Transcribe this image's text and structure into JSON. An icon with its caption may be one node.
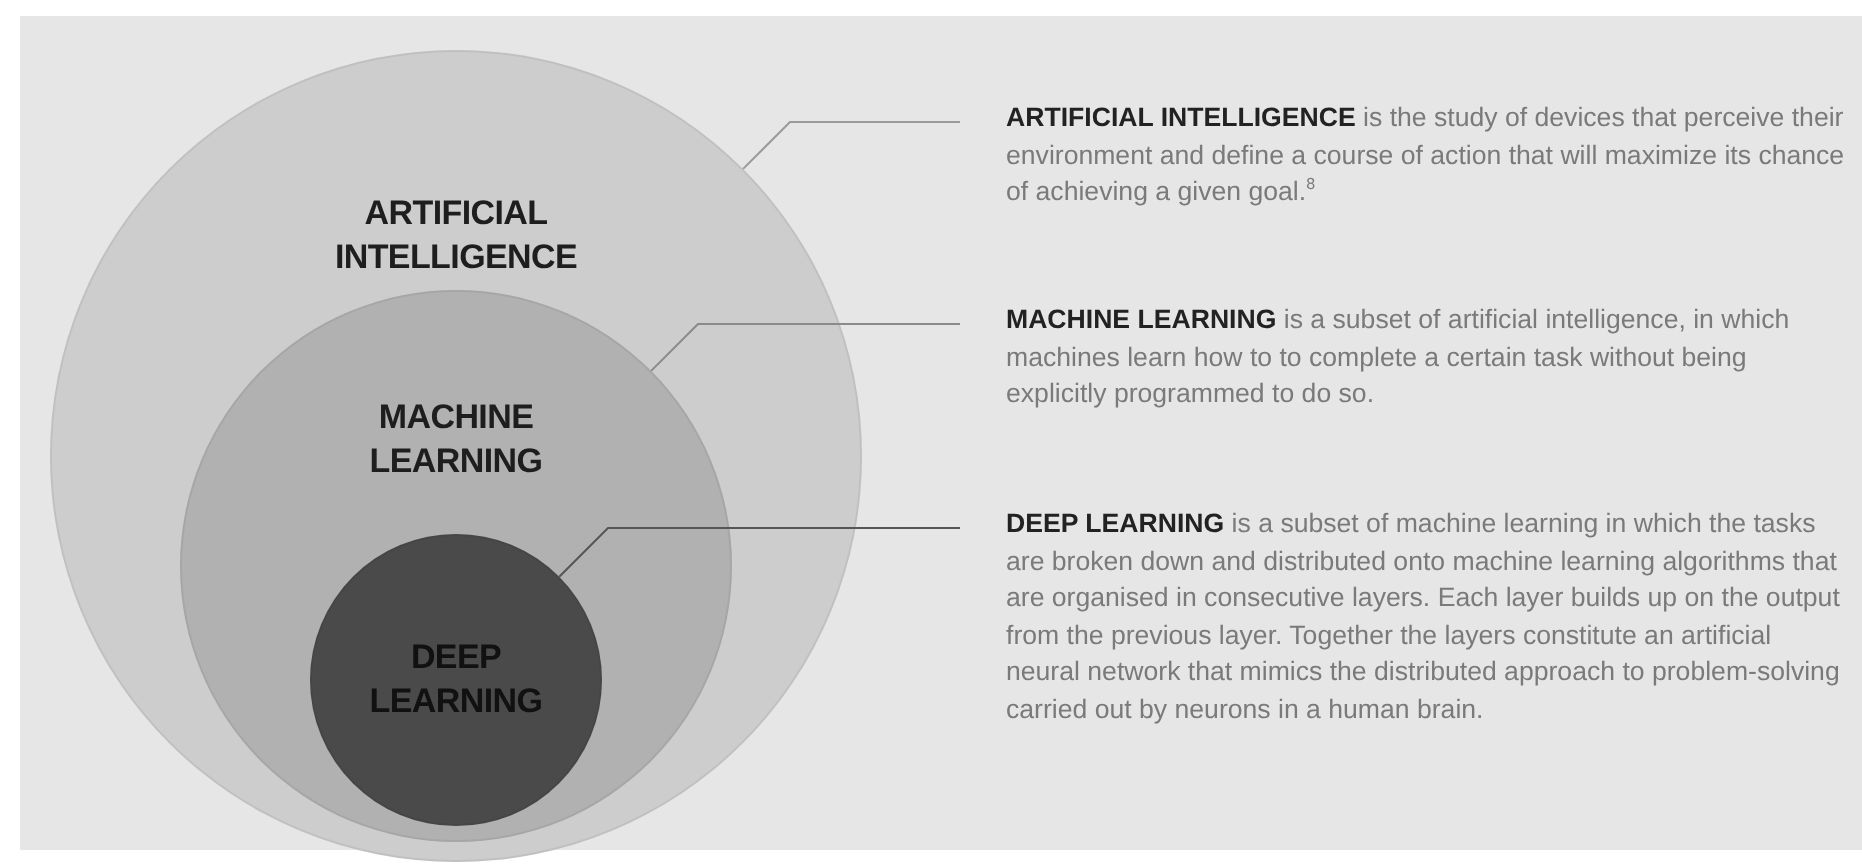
{
  "diagram": {
    "nodes": [
      {
        "text": [
          "ARTIFICIAL INTELLIGENCE"
        ]
      },
      {
        "text": [
          "MACHINE LEARNING"
        ],
        "in": 0
      },
      {
        "text": [
          "DEEP LEARNING"
        ],
        "in": 1
      },
      {
        "text": [
          "**ARTIFICIAL INTELLIGENCE** is the study of devices that perceive their environment and define a course of action that will maximize its chance of achieving a given goal.$^{8}$"
        ]
      },
      {
        "text": [
          "**MACHINE LEARNING** is a subset of artificial intelligence, in which machines learn how to to complete a certain task without being explicitly programmed to do so."
        ]
      },
      {
        "text": [
          "**DEEP LEARNING** is a subset of machine learning in which the tasks are broken down and distributed onto machine learning algorithms that are organised in consecutive layers. Each layer builds up on the output from the previous layer. Together the layers constitute an artificial neural network that mimics the distributed approach to problem-solving carried out by neurons in a human brain."
        ]
      }
    ],
    "edges": [
      {
        "from": 3,
        "to": 0,
        "arrow": "none"
      },
      {
        "from": 4,
        "to": 1,
        "arrow": "none"
      },
      {
        "from": 5,
        "to": 2,
        "arrow": "none"
      }
    ]
  }
}
